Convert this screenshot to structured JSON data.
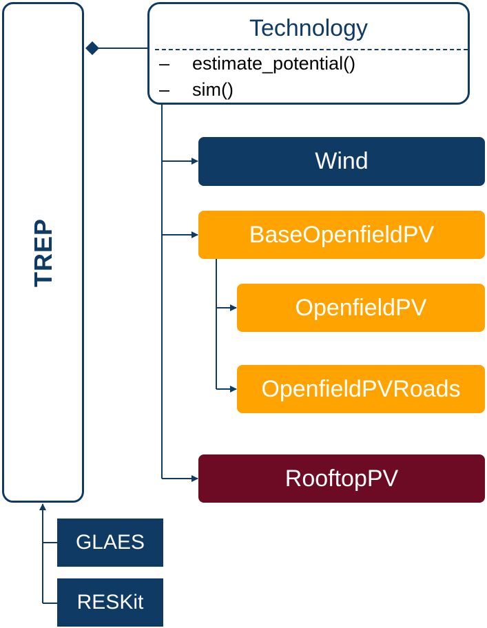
{
  "trep": {
    "label": "TREP"
  },
  "technology": {
    "title": "Technology",
    "methods": [
      {
        "prefix": "–",
        "name": "estimate_potential()"
      },
      {
        "prefix": "–",
        "name": "sim()"
      }
    ]
  },
  "subclasses": {
    "wind": "Wind",
    "base_openfield_pv": "BaseOpenfieldPV",
    "openfield_pv": "OpenfieldPV",
    "openfield_pv_roads": "OpenfieldPVRoads",
    "rooftop_pv": "RooftopPV"
  },
  "dependencies": {
    "glaes": "GLAES",
    "reskit": "RESKit"
  },
  "colors": {
    "navy": "#0e3a64",
    "orange": "#ffa300",
    "maroon": "#6d0a24"
  }
}
